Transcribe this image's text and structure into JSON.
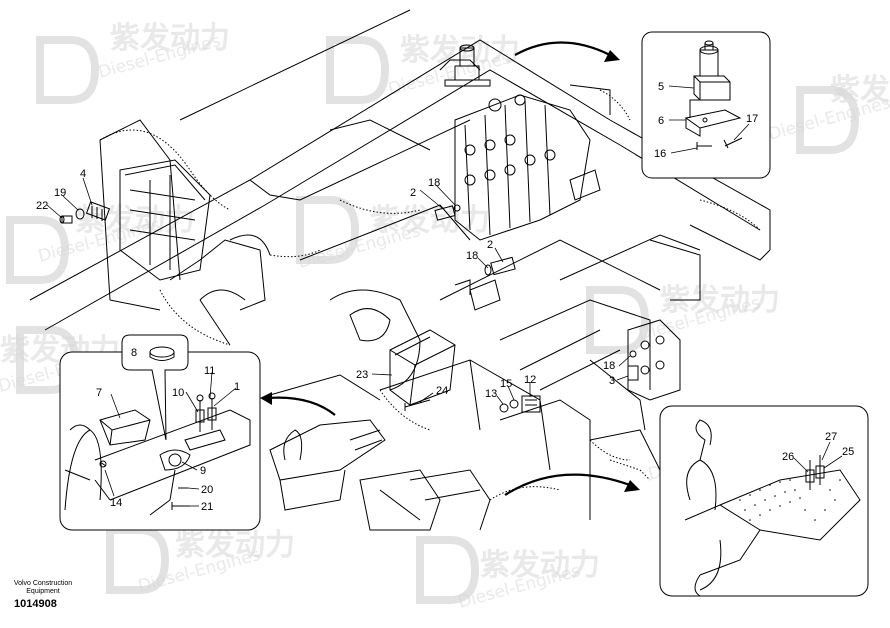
{
  "watermark": {
    "cn": "紫发动力",
    "en": "Diesel-Engines"
  },
  "footer": {
    "brand_line1": "Volvo Construction",
    "brand_line2": "Equipment",
    "drawing_number": "1014908"
  },
  "callouts": {
    "main": {
      "c2a": "2",
      "c18a": "18",
      "c2b": "2",
      "c18b": "18",
      "c4": "4",
      "c19": "19",
      "c22": "22",
      "c23": "23",
      "c24": "24",
      "c13": "13",
      "c15": "15",
      "c12": "12",
      "c18c": "18",
      "c3": "3"
    },
    "inset_valve": {
      "c5": "5",
      "c6": "6",
      "c17": "17",
      "c16": "16"
    },
    "inset_left": {
      "c8": "8",
      "c7": "7",
      "c10": "10",
      "c11": "11",
      "c1": "1",
      "c9": "9",
      "c14": "14",
      "c20": "20",
      "c21": "21"
    },
    "inset_right": {
      "c27": "27",
      "c26": "26",
      "c25": "25"
    }
  }
}
